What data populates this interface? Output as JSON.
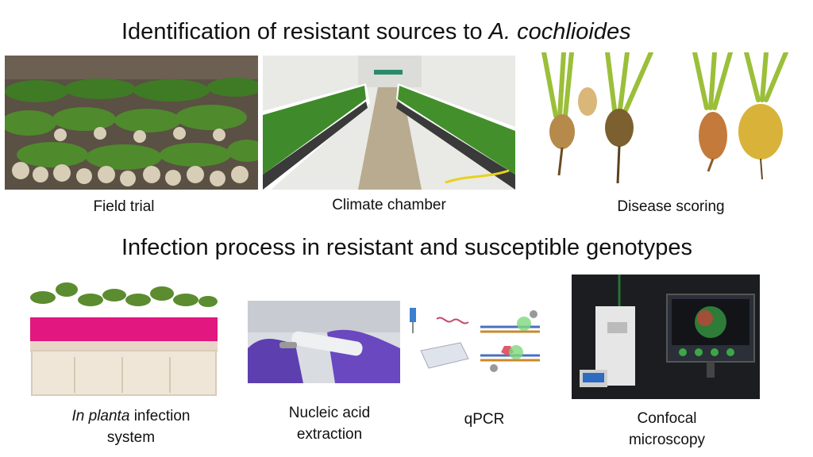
{
  "section1": {
    "title_prefix": "Identification of resistant sources to ",
    "title_species": "A. cochlioides",
    "captions": {
      "field_trial": "Field trial",
      "climate_chamber": "Climate chamber",
      "disease_scoring": "Disease scoring"
    }
  },
  "section2": {
    "title": "Infection process in resistant and susceptible genotypes",
    "captions": {
      "in_planta_italic": "In planta",
      "in_planta_rest": " infection",
      "in_planta_line2": "system",
      "nucleic_line1": "Nucleic acid",
      "nucleic_line2": "extraction",
      "qpcr": "qPCR",
      "confocal_line1": "Confocal",
      "confocal_line2": "microscopy"
    }
  },
  "colors": {
    "text": "#111111",
    "leaf_green": "#4f8a2c",
    "tray_magenta": "#e2177f",
    "glove_purple": "#5e3fb0"
  }
}
